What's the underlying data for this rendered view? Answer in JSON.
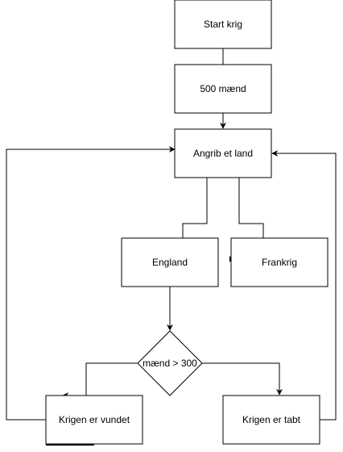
{
  "diagram": {
    "nodes": {
      "start": {
        "label": "Start krig"
      },
      "men": {
        "label": "500 mænd"
      },
      "attack": {
        "label": "Angrib et land"
      },
      "england": {
        "label": "England"
      },
      "france": {
        "label": "Frankrig"
      },
      "decision": {
        "label": "mænd > 300"
      },
      "won": {
        "label": "Krigen er vundet"
      },
      "lost": {
        "label": "Krigen er tabt"
      }
    }
  }
}
